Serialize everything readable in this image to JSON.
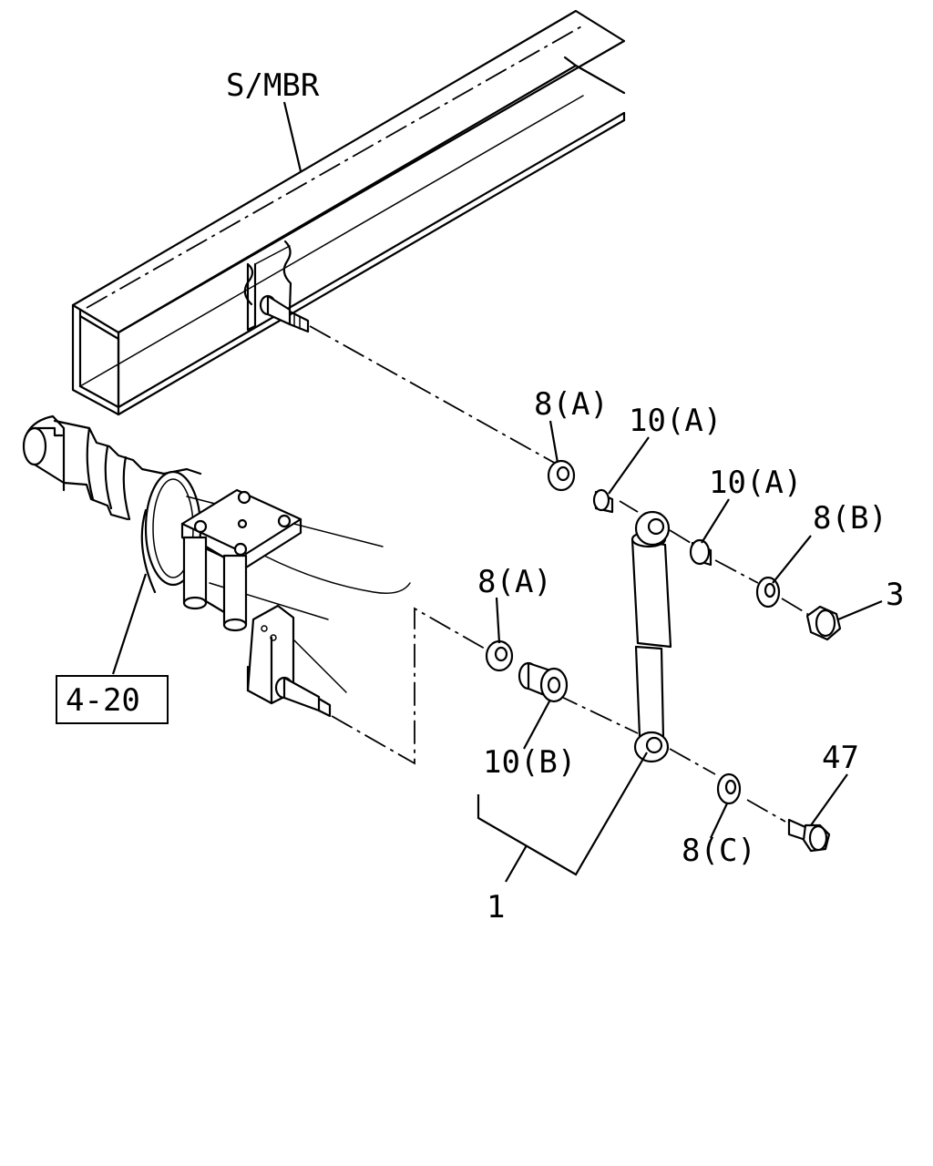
{
  "labels": {
    "side_member": "S/MBR",
    "washer_a_upper": "8(A)",
    "bushing_a_upper": "10(A)",
    "bushing_a_right": "10(A)",
    "washer_b": "8(B)",
    "nut": "3",
    "washer_a_lower": "8(A)",
    "bushing_b": "10(B)",
    "bolt": "47",
    "washer_c": "8(C)",
    "rod_assembly": "1",
    "reference": "4-20"
  }
}
